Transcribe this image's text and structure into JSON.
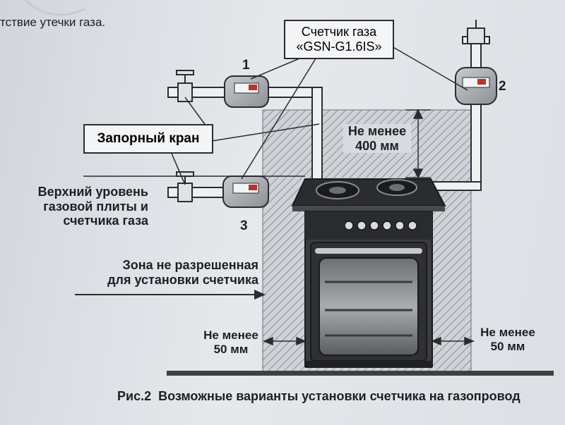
{
  "top_text": "тствие утечки газа.",
  "meter_label": {
    "line1": "Счетчик газа",
    "line2": "«GSN-G1.6IS»"
  },
  "valve_label": "Запорный кран",
  "level_label": {
    "line1": "Верхний уровень",
    "line2": "газовой плиты и",
    "line3": "счетчика газа"
  },
  "zone_label": {
    "line1": "Зона не разрешенная",
    "line2": "для установки счетчика"
  },
  "min400": {
    "line1": "Не менее",
    "line2": "400 мм"
  },
  "min50_left": {
    "line1": "Не менее",
    "line2": "50 мм"
  },
  "min50_right": {
    "line1": "Не менее",
    "line2": "50 мм"
  },
  "variant_numbers": [
    "1",
    "2",
    "3"
  ],
  "caption": "Рис.2  Возможные варианты установки счетчика на газопровод",
  "colors": {
    "hatch": "#8a8f98",
    "pipe": "#eef0f2",
    "line": "#2a2c30",
    "stove": "#3a3b3e"
  }
}
